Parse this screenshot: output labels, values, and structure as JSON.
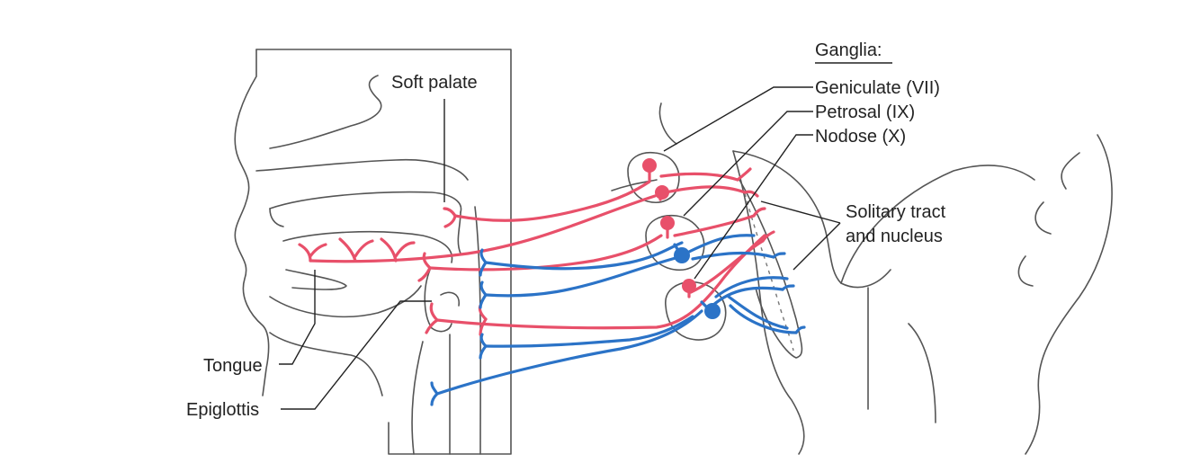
{
  "colors": {
    "afferent_red": "#e8506a",
    "afferent_blue": "#2b73c7",
    "outline": "#555555",
    "label": "#222222"
  },
  "labels": {
    "soft_palate": "Soft palate",
    "tongue": "Tongue",
    "epiglottis": "Epiglottis",
    "ganglia_heading": "Ganglia:",
    "geniculate": "Geniculate (VII)",
    "petrosal": "Petrosal (IX)",
    "nodose": "Nodose (X)",
    "solitary_line1": "Solitary tract",
    "solitary_line2": "and nucleus"
  }
}
